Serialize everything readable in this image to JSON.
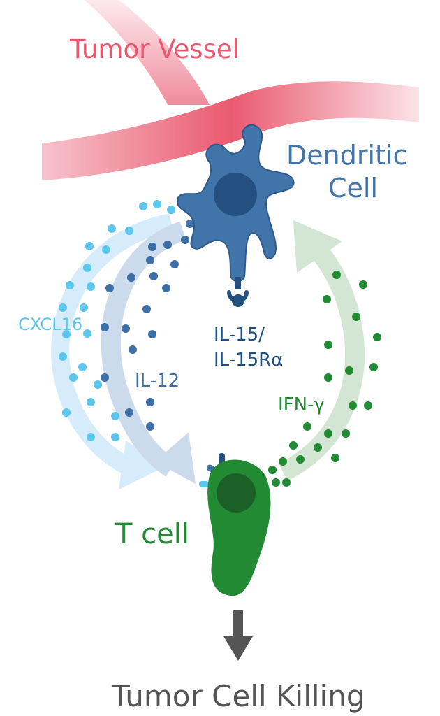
{
  "labels": {
    "tumor_vessel": "Tumor Vessel",
    "dendritic_line1": "Dendritic",
    "dendritic_line2": "Cell",
    "cxcl16": "CXCL16",
    "il12": "IL-12",
    "il15_line1": "IL-15/",
    "il15_line2": "IL-15Rα",
    "ifn": "IFN-γ",
    "t_cell": "T cell",
    "outcome": "Tumor Cell Killing"
  },
  "colors": {
    "vessel": "#e8596e",
    "dendritic": "#4174a8",
    "dendritic_nucleus": "#23507f",
    "cxcl16": "#5cc6ec",
    "il12": "#3e6fa6",
    "il15": "#1f4e80",
    "tcell": "#238a34",
    "tcell_nucleus": "#1b6127",
    "outcome": "#555555"
  }
}
